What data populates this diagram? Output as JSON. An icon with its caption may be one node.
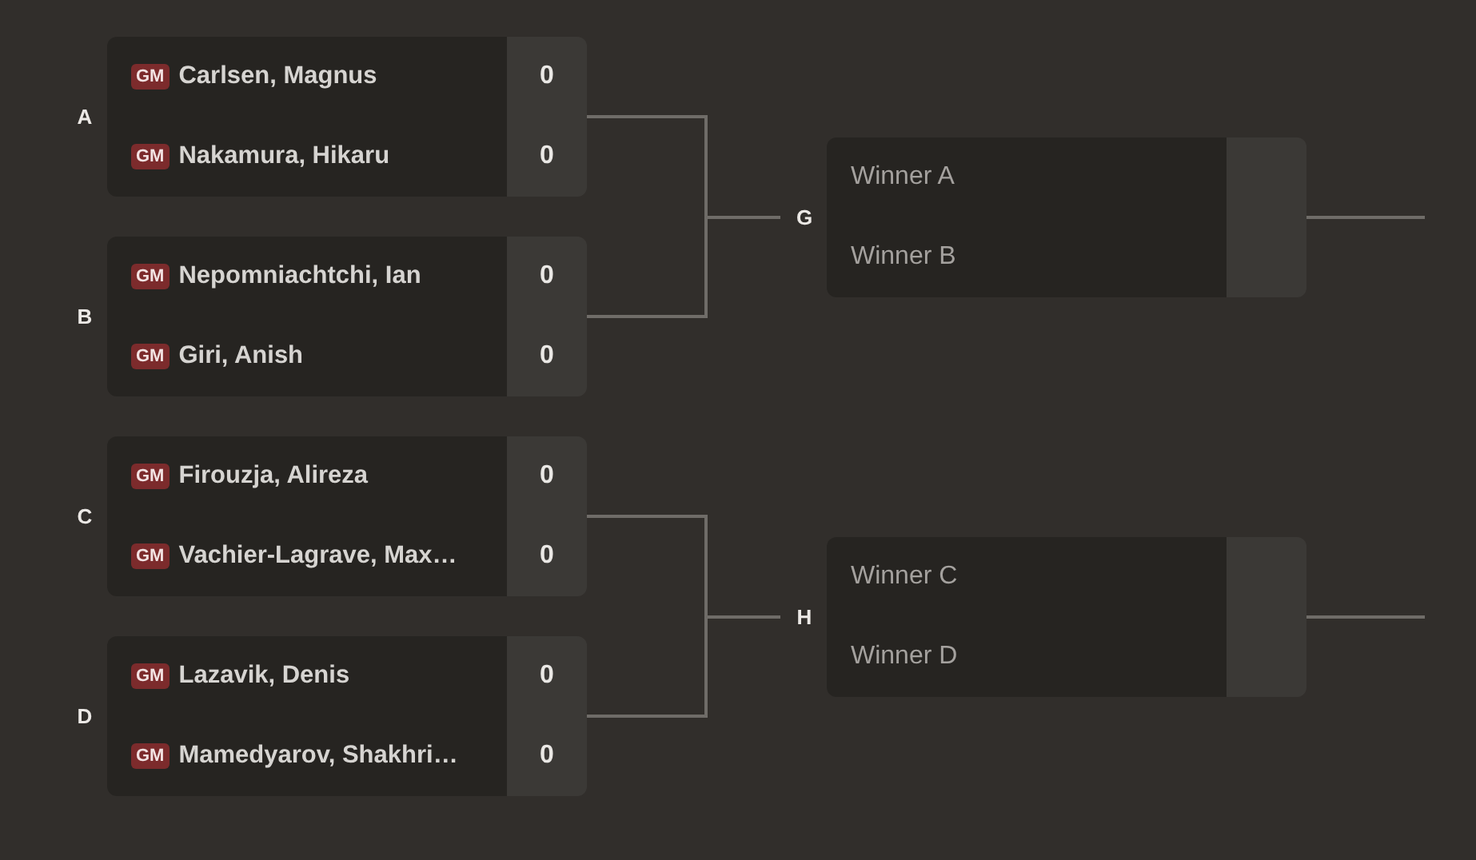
{
  "diagram": {
    "nodes": [
      {
        "text": [
          "GM",
          "Carlsen, Magnus",
          "0",
          "GM",
          "Nakamura, Hikaru",
          "0"
        ],
        "beside": [
          "A"
        ]
      },
      {
        "text": [
          "GM",
          "Nepomniachtchi, Ian",
          "0",
          "GM",
          "Giri, Anish",
          "0"
        ],
        "beside": [
          "B"
        ]
      },
      {
        "text": [
          "GM",
          "Firouzja, Alireza",
          "0",
          "GM",
          "Vachier-Lagrave, Max…",
          "0"
        ],
        "beside": [
          "C"
        ]
      },
      {
        "text": [
          "GM",
          "Lazavik, Denis",
          "0",
          "GM",
          "Mamedyarov, Shakhri…",
          "0"
        ],
        "beside": [
          "D"
        ]
      },
      {
        "text": [
          "Winner A",
          "Winner B"
        ],
        "beside": [
          "G"
        ]
      },
      {
        "text": [
          "Winner C",
          "Winner D"
        ],
        "beside": [
          "H"
        ]
      }
    ],
    "edges": [
      {
        "from": 0,
        "to": 4,
        "arrow": "none"
      },
      {
        "from": 1,
        "to": 4,
        "arrow": "none"
      },
      {
        "from": 2,
        "to": 5,
        "arrow": "none"
      },
      {
        "from": 3,
        "to": 5,
        "arrow": "none"
      },
      {
        "from": 4,
        "to": null,
        "arrow": "none"
      },
      {
        "from": 5,
        "to": null,
        "arrow": "none"
      }
    ]
  }
}
